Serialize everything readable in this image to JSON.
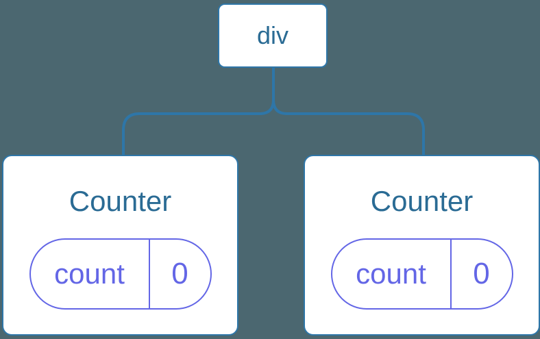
{
  "colors": {
    "background": "#4B6770",
    "connector": "#2E76A8",
    "box_background": "#FFFFFF",
    "box_border": "#2E76A8",
    "title_text": "#2A6B94",
    "state_accent": "#6366E6"
  },
  "tree": {
    "root": {
      "label": "div"
    },
    "children": [
      {
        "title": "Counter",
        "state_key": "count",
        "state_value": "0"
      },
      {
        "title": "Counter",
        "state_key": "count",
        "state_value": "0"
      }
    ]
  }
}
